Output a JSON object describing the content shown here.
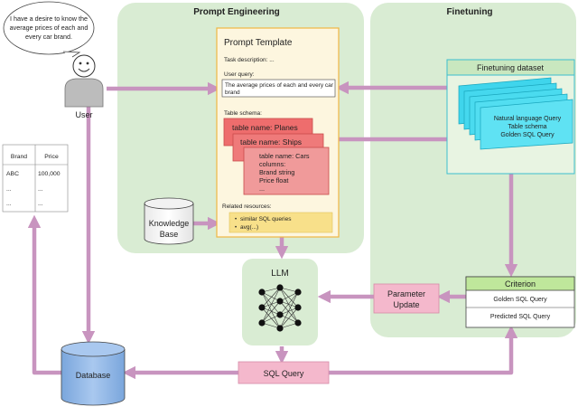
{
  "user": {
    "speech": [
      "I have a desire to know the",
      "average prices of each and",
      "every car brand."
    ],
    "label": "User"
  },
  "sections": {
    "prompt_engineering": "Prompt Engineering",
    "finetuning": "Finetuning"
  },
  "prompt_template": {
    "title": "Prompt Template",
    "task_description": "Task description: ...",
    "user_query_label": "User query:",
    "user_query_text": [
      "The average prices of each and every car",
      "brand"
    ],
    "table_schema_label": "Table schema:",
    "tables": [
      "table name: Planes",
      "table name: Ships"
    ],
    "front_table": [
      "table name: Cars",
      "columns:",
      "Brand string",
      "Price float",
      "..."
    ],
    "related_label": "Related resources:",
    "related_items": [
      "similar SQL queries",
      "avg(...)"
    ]
  },
  "knowledge_base": [
    "Knowledge",
    "Base"
  ],
  "results_table": {
    "headers": [
      "Brand",
      "Price"
    ],
    "rows": [
      [
        "ABC",
        "100,000"
      ],
      [
        "...",
        "..."
      ],
      [
        "...",
        "..."
      ]
    ]
  },
  "finetuning_dataset": {
    "title": "Finetuning dataset",
    "items": [
      "Natural language Query",
      "Table schema",
      "Golden SQL Query"
    ]
  },
  "llm_label": "LLM",
  "parameter_update": [
    "Parameter",
    "Update"
  ],
  "criterion": {
    "title": "Criterion",
    "rows": [
      "Golden SQL Query",
      "Predicted SQL Query"
    ]
  },
  "sql_query": "SQL Query",
  "database": "Database",
  "colors": {
    "section_bg": "#d9ecd3",
    "arrow": "#c894bf",
    "template_bg": "#fdf6df",
    "template_border": "#f0b642",
    "table_red": "#ee6d6d",
    "table_border": "#c94b4b",
    "dataset_cyan": "#3fd5ec",
    "related_bg": "#f8e08a",
    "pink_box": "#f4b8cc",
    "criterion_green": "#bfe79b",
    "db_blue": "#8fb7e6"
  }
}
